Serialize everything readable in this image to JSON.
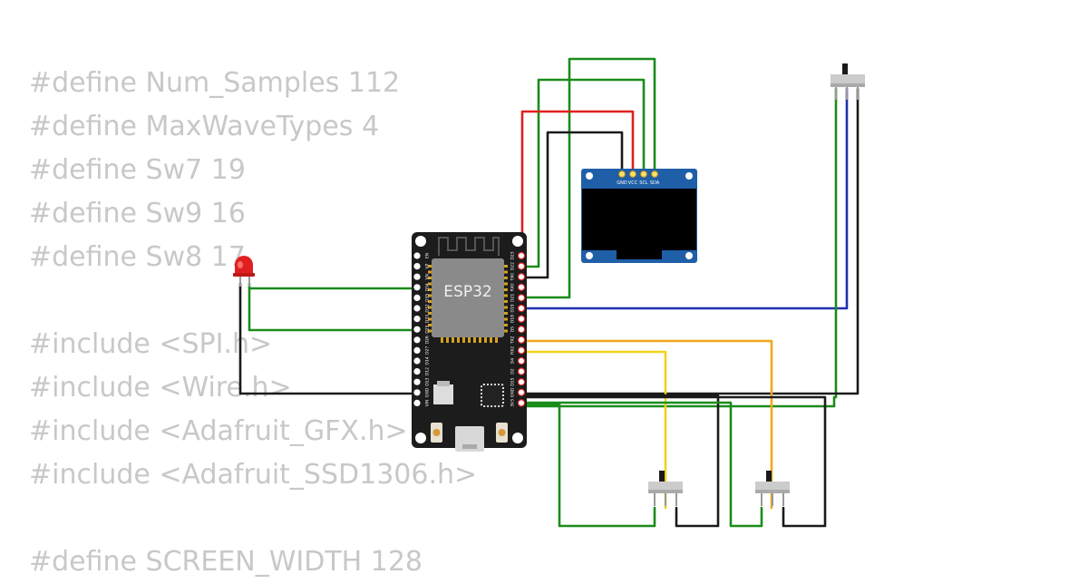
{
  "code_lines": [
    "#define Num_Samples 112",
    "#define MaxWaveTypes 4",
    "#define Sw7 19",
    "#define Sw9 16",
    "#define Sw8 17",
    "",
    "#include <SPI.h>",
    "#include <Wire.h>",
    "#include <Adafruit_GFX.h>",
    "#include <Adafruit_SSD1306.h>",
    "",
    "#define SCREEN_WIDTH 128"
  ],
  "esp32": {
    "label": "ESP32",
    "left_pins": [
      "EN",
      "VP",
      "VN",
      "D34",
      "D35",
      "D32",
      "D33",
      "D25",
      "D26",
      "D27",
      "D14",
      "D12",
      "D13",
      "GND",
      "VIN"
    ],
    "right_pins": [
      "D23",
      "D22",
      "TX0",
      "RX0",
      "D21",
      "D19",
      "D18",
      "D5",
      "TX2",
      "RX2",
      "D4",
      "D2",
      "D15",
      "GND",
      "3V3"
    ]
  },
  "oled": {
    "pins": [
      "GND",
      "VCC",
      "SCL",
      "SDA"
    ]
  },
  "colors": {
    "wire_green": "#1a8c1a",
    "wire_red": "#e02020",
    "wire_black": "#1a1a1a",
    "wire_blue": "#2030b0",
    "wire_yellow": "#f2d21a",
    "wire_orange": "#f2a81a",
    "board": "#1c1c1c",
    "oled_pcb": "#1f5fa8",
    "led": "#e02020"
  },
  "icons": [
    "esp32-board",
    "oled-display",
    "slide-switch",
    "led-red"
  ]
}
